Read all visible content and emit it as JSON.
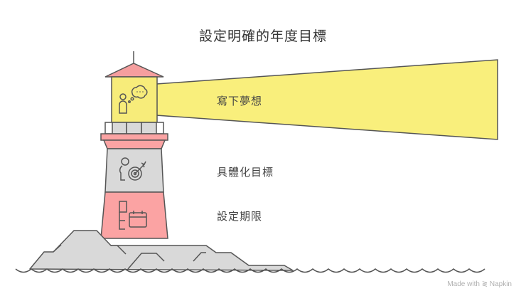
{
  "title": "設定明確的年度目標",
  "steps": [
    {
      "label": "寫下夢想",
      "icon": "person-thinking-icon",
      "color": "#f7ec7a"
    },
    {
      "label": "具體化目標",
      "icon": "person-target-icon",
      "color": "#d9d9d9"
    },
    {
      "label": "設定期限",
      "icon": "calendar-timeline-icon",
      "color": "#fba3a3"
    }
  ],
  "footer": {
    "made_with": "Made with",
    "brand": "Napkin"
  },
  "colors": {
    "beam": "#f9ef7c",
    "roof": "#f59e9e",
    "stroke": "#555555",
    "rock": "#d9d9d9"
  }
}
